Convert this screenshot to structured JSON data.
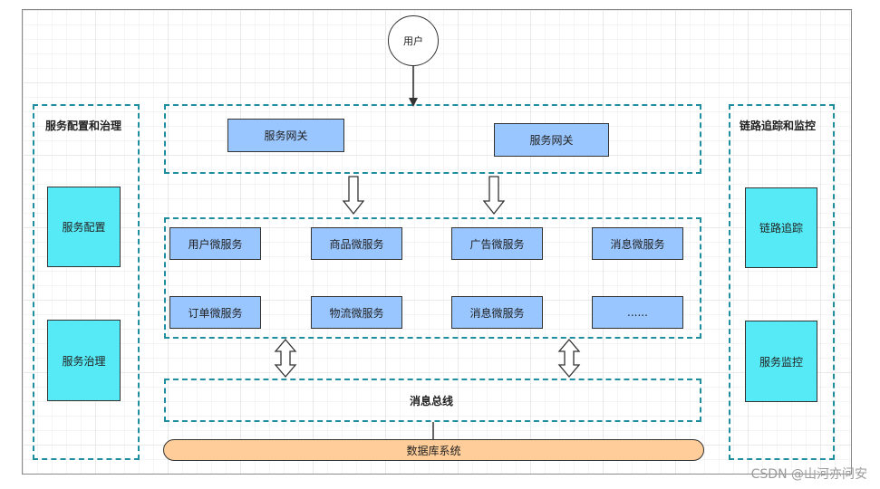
{
  "user": "用户",
  "left_panel": {
    "title": "服务配置和治理",
    "items": [
      "服务配置",
      "服务治理"
    ]
  },
  "right_panel": {
    "title": "链路追踪和监控",
    "items": [
      "链路追踪",
      "服务监控"
    ]
  },
  "gateways": [
    "服务网关",
    "服务网关"
  ],
  "microservices_row1": [
    "用户微服务",
    "商品微服务",
    "广告微服务",
    "消息微服务"
  ],
  "microservices_row2": [
    "订单微服务",
    "物流微服务",
    "消息微服务",
    "......"
  ],
  "message_bus": "消息总线",
  "database": "数据库系统",
  "watermark": "CSDN @山河亦问安",
  "colors": {
    "service_box": "#99c6ff",
    "panel_box": "#55eaf5",
    "database": "#ffcd99",
    "dashed_border": "#1f8fa0"
  }
}
